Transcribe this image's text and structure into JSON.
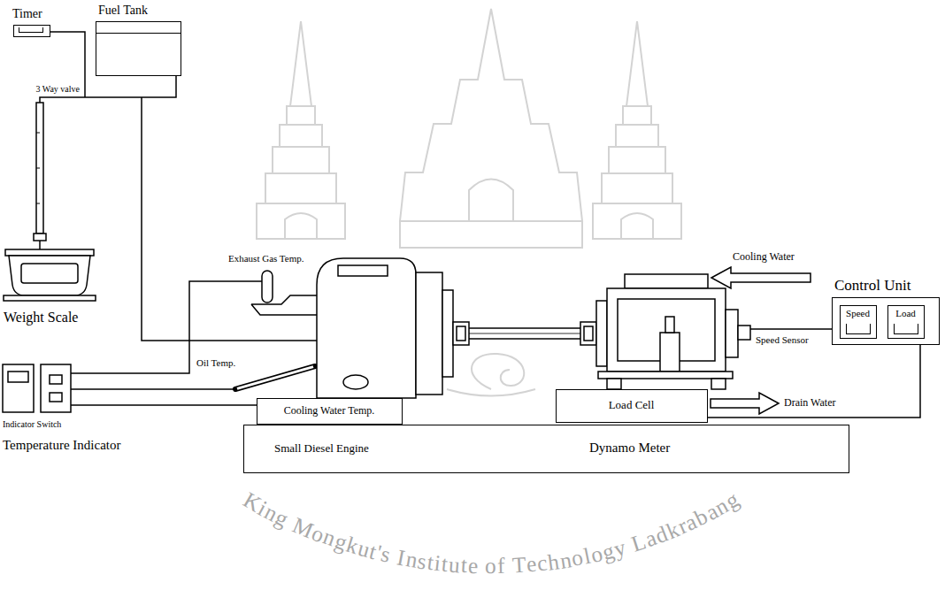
{
  "diagram": {
    "nodes": [
      {
        "text": [
          "Timer"
        ]
      },
      {
        "text": [
          "Fuel Tank"
        ]
      },
      {
        "text": [
          "Weight Scale"
        ]
      },
      {
        "text": [
          "Control Unit"
        ]
      },
      {
        "text": [
          "Speed"
        ],
        "in": 3
      },
      {
        "text": [
          "Load"
        ],
        "in": 3
      },
      {
        "text": [
          "Cooling Water Temp."
        ]
      },
      {
        "text": [
          "Load Cell"
        ]
      },
      {
        "text": [
          "Small Diesel Engine",
          "Dynamo Meter"
        ]
      }
    ],
    "edges": [
      {
        "from": 1,
        "to": 2,
        "arrow": "none",
        "label": "3 Way valve"
      },
      {
        "from": 7,
        "to": 3,
        "arrow": "none"
      }
    ],
    "labels": [
      "Exhaust Gas Temp.",
      "Oil Temp.",
      "Indicator Switch",
      "Temperature Indicator",
      "Cooling Water",
      "Speed Sensor",
      "Drain Water",
      "King Mongkut's Institute of Technology Ladkrabang"
    ]
  }
}
